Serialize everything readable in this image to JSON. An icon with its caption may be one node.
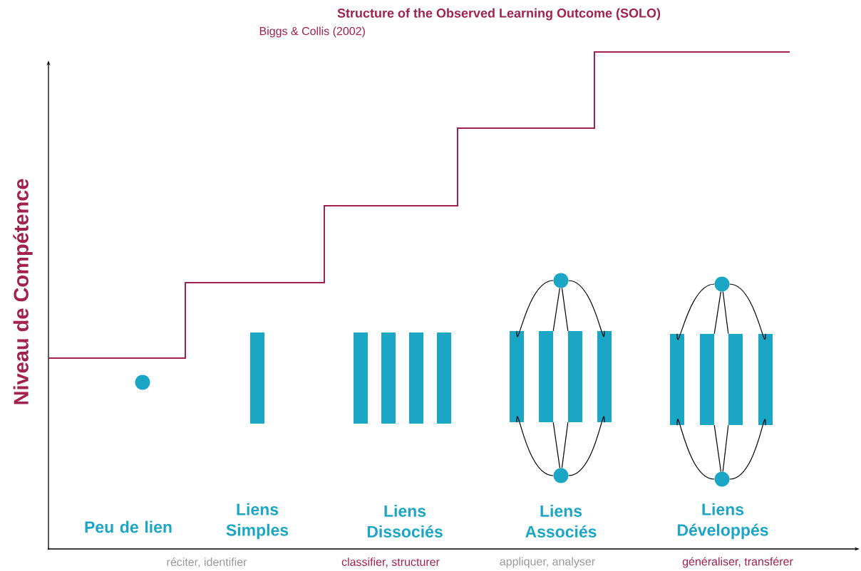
{
  "diagram": {
    "title": "Structure of the Observed Learning Outcome (SOLO)",
    "nodes": [
      {
        "text": [],
        "shape": "circle"
      },
      {
        "text": [],
        "shape": "bar"
      },
      {
        "text": [],
        "shape": "bar"
      },
      {
        "text": [],
        "shape": "bar"
      },
      {
        "text": [],
        "shape": "bar"
      },
      {
        "text": [],
        "shape": "bar"
      },
      {
        "text": [],
        "shape": "circle"
      },
      {
        "text": [],
        "shape": "bar"
      },
      {
        "text": [],
        "shape": "bar"
      },
      {
        "text": [],
        "shape": "bar"
      },
      {
        "text": [],
        "shape": "bar"
      },
      {
        "text": [],
        "shape": "circle"
      },
      {
        "text": [],
        "shape": "circle"
      },
      {
        "text": [],
        "shape": "bar"
      },
      {
        "text": [],
        "shape": "bar"
      },
      {
        "text": [],
        "shape": "bar"
      },
      {
        "text": [],
        "shape": "bar"
      },
      {
        "text": [],
        "shape": "circle"
      }
    ],
    "edges": [
      {
        "from": 6,
        "to": 7,
        "arrow": "none"
      },
      {
        "from": 6,
        "to": 8,
        "arrow": "none"
      },
      {
        "from": 6,
        "to": 9,
        "arrow": "none"
      },
      {
        "from": 6,
        "to": 10,
        "arrow": "none"
      },
      {
        "from": 7,
        "to": 11,
        "arrow": "none"
      },
      {
        "from": 8,
        "to": 11,
        "arrow": "none"
      },
      {
        "from": 9,
        "to": 11,
        "arrow": "none"
      },
      {
        "from": 10,
        "to": 11,
        "arrow": "none"
      },
      {
        "from": 12,
        "to": 13,
        "arrow": "none"
      },
      {
        "from": 12,
        "to": 14,
        "arrow": "none"
      },
      {
        "from": 12,
        "to": 15,
        "arrow": "none"
      },
      {
        "from": 12,
        "to": 16,
        "arrow": "none"
      },
      {
        "from": 13,
        "to": 17,
        "arrow": "none"
      },
      {
        "from": 14,
        "to": 17,
        "arrow": "none"
      },
      {
        "from": 15,
        "to": 17,
        "arrow": "none"
      },
      {
        "from": 16,
        "to": 17,
        "arrow": "none"
      }
    ],
    "labels": [
      "Biggs & Collis (2002)",
      "Niveau de Compétence",
      "Peu de lien",
      "Liens Simples",
      "Liens Dissociés",
      "Liens Associés",
      "Liens Développés",
      "réciter, identifier",
      "classifier, structurer",
      "appliquer, analyser",
      "généraliser, transférer"
    ]
  }
}
